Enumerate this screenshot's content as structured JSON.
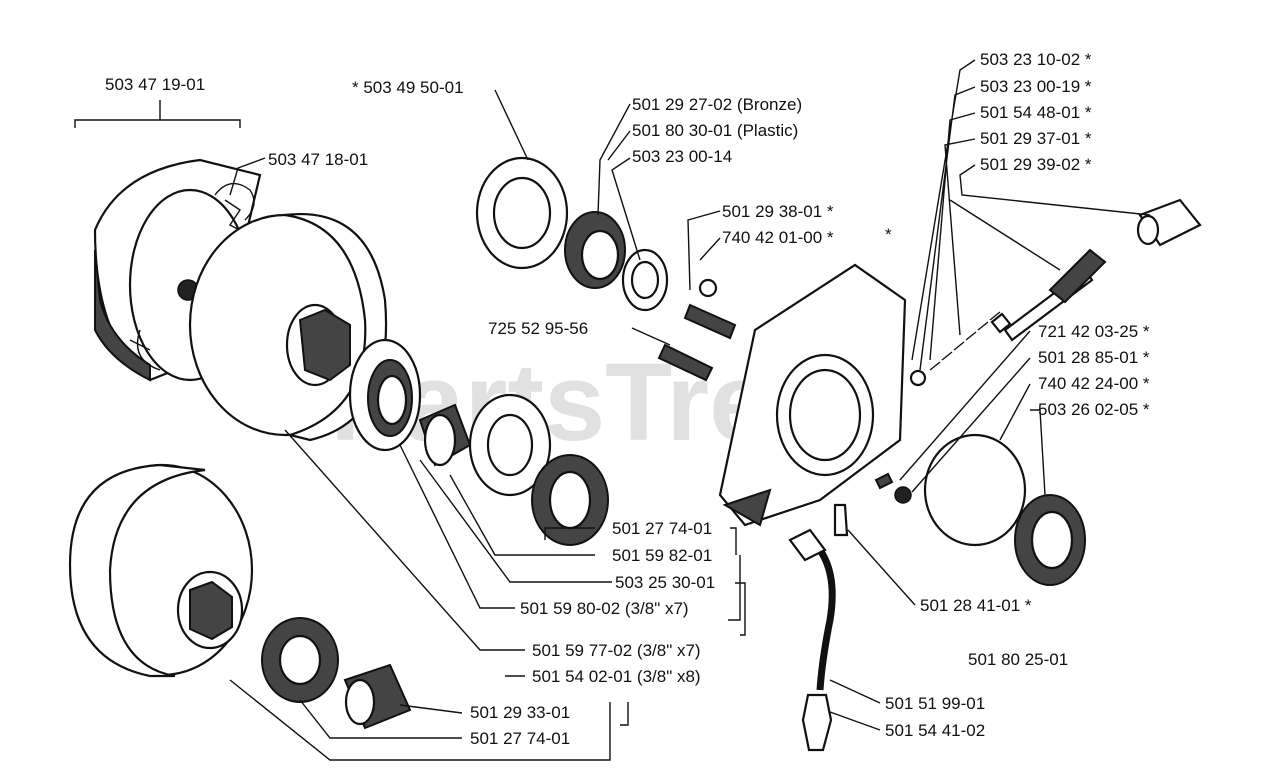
{
  "watermark": "PartsTree",
  "labels": {
    "l1": "503 47 19-01",
    "l2": "503 47 18-01",
    "l3": "*  503 49 50-01",
    "l4": "501 29 27-02 (Bronze)",
    "l5": "501 80 30-01 (Plastic)",
    "l6": "503 23 00-14",
    "l7": "501 29 38-01  *",
    "l8": "740 42 01-00  *",
    "l9": "*",
    "l10": "725 52 95-56",
    "l11": "503 23 10-02  *",
    "l12": "503 23 00-19  *",
    "l13": "501 54 48-01  *",
    "l14": "501 29 37-01  *",
    "l15": "501 29 39-02  *",
    "l16": "721 42 03-25  *",
    "l17": "501 28 85-01  *",
    "l18": "740 42 24-00  *",
    "l19": "503 26 02-05  *",
    "l20": "501 27 74-01",
    "l21": "501 59 82-01",
    "l22": "503 25 30-01",
    "l23": "501 59 80-02 (3/8\" x7)",
    "l24": "501 59 77-02 (3/8\" x7)",
    "l25": "501 54 02-01 (3/8\" x8)",
    "l26": "501 28 41-01  *",
    "l27": "501 80 25-01",
    "l28": "501 51 99-01",
    "l29": "501 54 41-02",
    "l30": "501 29 33-01",
    "l31": "501 27 74-01"
  }
}
